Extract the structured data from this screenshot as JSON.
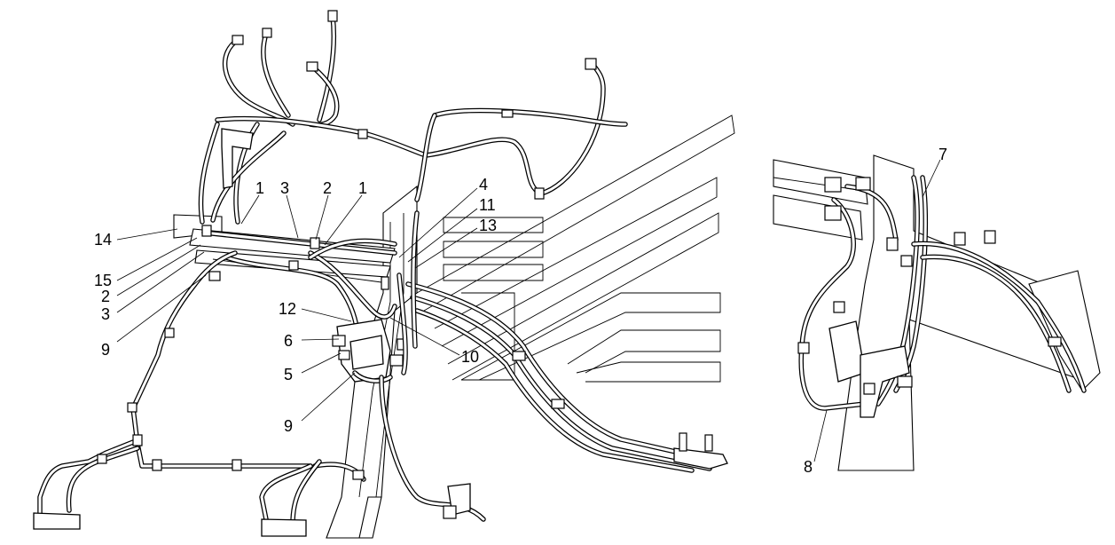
{
  "diagram": {
    "callouts": [
      {
        "id": "c-14",
        "text": "14"
      },
      {
        "id": "c-15",
        "text": "15"
      },
      {
        "id": "c-2a",
        "text": "2"
      },
      {
        "id": "c-3a",
        "text": "3"
      },
      {
        "id": "c-9a",
        "text": "9"
      },
      {
        "id": "c-1a",
        "text": "1"
      },
      {
        "id": "c-3b",
        "text": "3"
      },
      {
        "id": "c-2b",
        "text": "2"
      },
      {
        "id": "c-1b",
        "text": "1"
      },
      {
        "id": "c-4",
        "text": "4"
      },
      {
        "id": "c-11",
        "text": "11"
      },
      {
        "id": "c-13",
        "text": "13"
      },
      {
        "id": "c-12",
        "text": "12"
      },
      {
        "id": "c-6",
        "text": "6"
      },
      {
        "id": "c-5",
        "text": "5"
      },
      {
        "id": "c-9b",
        "text": "9"
      },
      {
        "id": "c-10",
        "text": "10"
      },
      {
        "id": "c-7",
        "text": "7"
      },
      {
        "id": "c-8",
        "text": "8"
      }
    ]
  }
}
